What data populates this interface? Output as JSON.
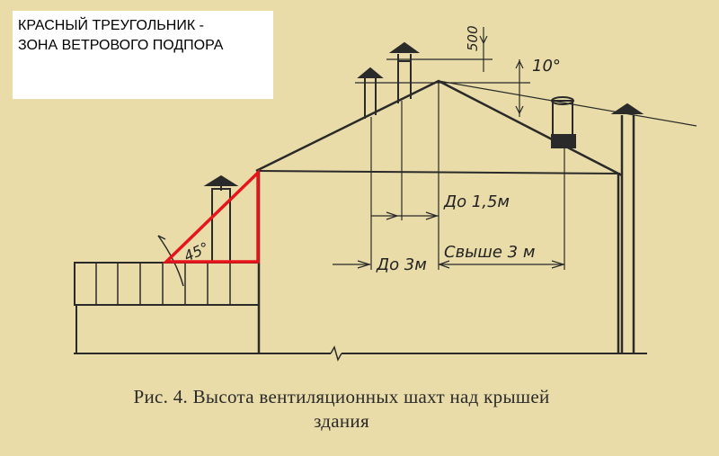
{
  "note": {
    "line1": "КРАСНЫЙ ТРЕУГОЛЬНИК -",
    "line2": "ЗОНА ВЕТРОВОГО ПОДПОРА"
  },
  "dimensions": {
    "height_500": "500",
    "angle_10": "10°",
    "angle_45": "45°",
    "up_to_1_5m": "До 1,5м",
    "up_to_3m": "До 3м",
    "over_3m": "Свыше 3 м"
  },
  "caption": {
    "line1": "Рис. 4. Высота вентиляционных шахт над крышей",
    "line2": "здания"
  },
  "colors": {
    "background": "#e9dca8",
    "ink": "#2a2a2a",
    "wind_zone": "#e8141c"
  }
}
